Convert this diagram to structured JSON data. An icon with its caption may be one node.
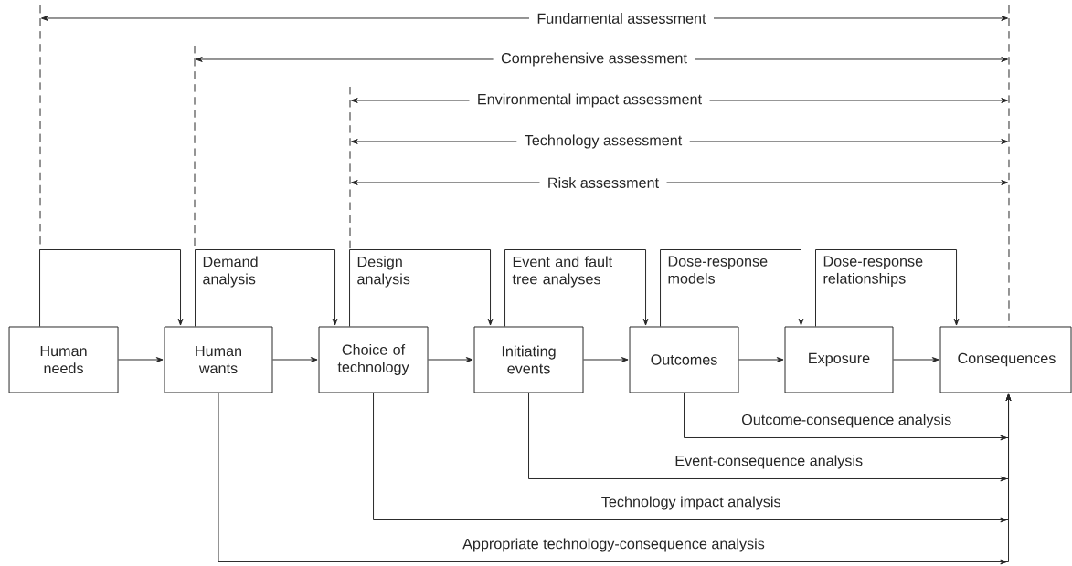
{
  "diagram": {
    "nodes": [
      {
        "text": [
          "Human needs"
        ]
      },
      {
        "text": [
          "Human wants"
        ]
      },
      {
        "text": [
          "Choice of technology"
        ]
      },
      {
        "text": [
          "Initiating events"
        ]
      },
      {
        "text": [
          "Outcomes"
        ]
      },
      {
        "text": [
          "Exposure"
        ]
      },
      {
        "text": [
          "Consequences"
        ]
      }
    ],
    "edges": [
      {
        "from": 0,
        "to": 1,
        "arrow": "to"
      },
      {
        "from": 1,
        "to": 2,
        "arrow": "to"
      },
      {
        "from": 2,
        "to": 3,
        "arrow": "to"
      },
      {
        "from": 3,
        "to": 4,
        "arrow": "to"
      },
      {
        "from": 4,
        "to": 5,
        "arrow": "to"
      },
      {
        "from": 5,
        "to": 6,
        "arrow": "to"
      },
      {
        "from": 0,
        "to": 1,
        "arrow": "to"
      },
      {
        "from": 1,
        "to": 2,
        "arrow": "to",
        "label": "Demand analysis"
      },
      {
        "from": 2,
        "to": 3,
        "arrow": "to",
        "label": "Design analysis"
      },
      {
        "from": 3,
        "to": 4,
        "arrow": "to",
        "label": "Event and fault tree analyses"
      },
      {
        "from": 4,
        "to": 5,
        "arrow": "to",
        "label": "Dose-response models"
      },
      {
        "from": 5,
        "to": 6,
        "arrow": "to",
        "label": "Dose-response relationships"
      },
      {
        "from": 4,
        "to": 6,
        "arrow": "to",
        "label": "Outcome-consequence analysis"
      },
      {
        "from": 3,
        "to": 6,
        "arrow": "to",
        "label": "Event-consequence analysis"
      },
      {
        "from": 2,
        "to": 6,
        "arrow": "to",
        "label": "Technology impact analysis"
      },
      {
        "from": 1,
        "to": 6,
        "arrow": "to",
        "label": "Appropriate technology-consequence analysis"
      }
    ],
    "labels": [
      "Fundamental assessment",
      "Comprehensive assessment",
      "Environmental impact assessment",
      "Technology assessment",
      "Risk assessment"
    ]
  }
}
